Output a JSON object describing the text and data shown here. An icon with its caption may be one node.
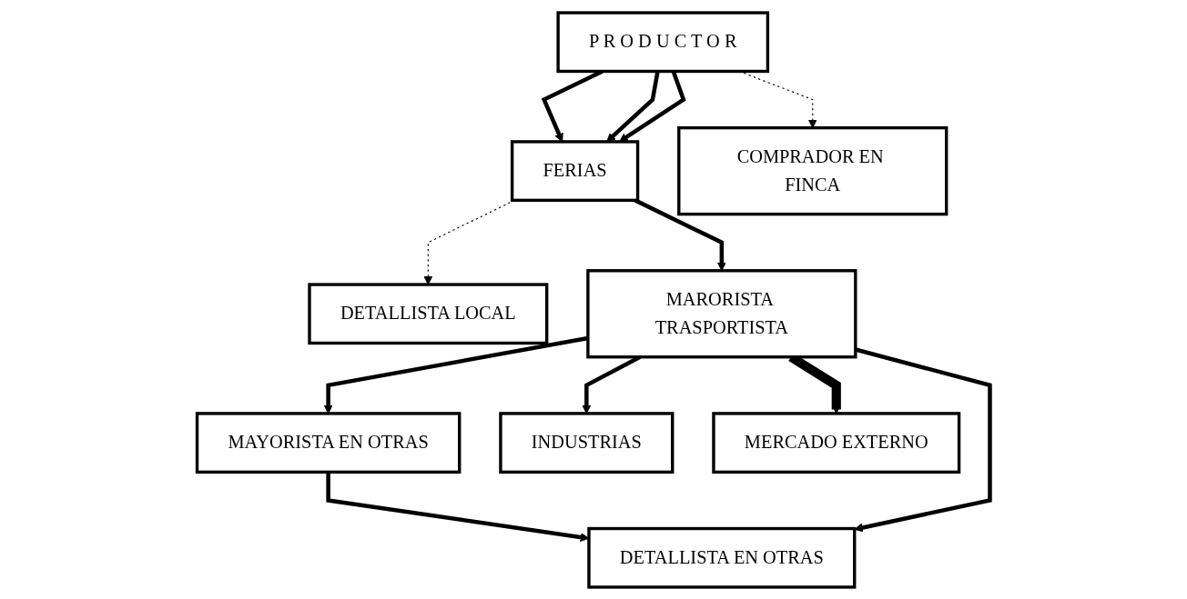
{
  "diagram": {
    "nodes": [
      {
        "text": [
          "P R O D U C T O R"
        ]
      },
      {
        "text": [
          "FERIAS"
        ]
      },
      {
        "text": [
          "COMPRADOR EN FINCA"
        ]
      },
      {
        "text": [
          "DETALLISTA LOCAL"
        ]
      },
      {
        "text": [
          "MARORISTA TRASPORTISTA"
        ]
      },
      {
        "text": [
          "MAYORISTA EN OTRAS"
        ]
      },
      {
        "text": [
          "DETALLISTA EN OTRAS"
        ]
      },
      {
        "text": [
          "INDUSTRIAS"
        ]
      },
      {
        "text": [
          "MERCADO EXTERNO"
        ]
      }
    ],
    "edges": [
      {
        "from": 0,
        "to": 1,
        "arrow": "to"
      },
      {
        "from": 0,
        "to": 1,
        "arrow": "to"
      },
      {
        "from": 0,
        "to": 1,
        "arrow": "to"
      },
      {
        "from": 0,
        "to": 2,
        "arrow": "to",
        "style": "dashed"
      },
      {
        "from": 1,
        "to": 3,
        "arrow": "to",
        "style": "dashed"
      },
      {
        "from": 1,
        "to": 4,
        "arrow": "to"
      },
      {
        "from": 4,
        "to": 5,
        "arrow": "to"
      },
      {
        "from": 5,
        "to": 6,
        "arrow": "to"
      },
      {
        "from": 4,
        "to": 6,
        "arrow": "to"
      },
      {
        "from": 4,
        "to": 7,
        "arrow": "to"
      },
      {
        "from": 4,
        "to": 8,
        "arrow": "to",
        "style": "thick"
      }
    ]
  }
}
